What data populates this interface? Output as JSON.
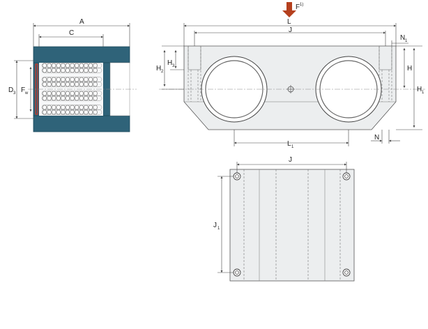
{
  "colors": {
    "housing": "#2f6379",
    "housing_edge": "#1f4a5c",
    "seal": "#c0392b",
    "arrow": "#b5401e",
    "body_fill": "#eceeef",
    "line": "#555555"
  },
  "labels": {
    "A": "A",
    "C": "C",
    "D3": "D",
    "D3_sub": "3",
    "Fw": "F",
    "Fw_sub": "w",
    "L": "L",
    "J_top": "J",
    "N1": "N",
    "N1_sub": "1",
    "H2": "H",
    "H2_sub": "2",
    "H3": "H",
    "H3_sub": "3",
    "H": "H",
    "H1": "H",
    "H1_sub": "1",
    "L1": "L",
    "L1_sub": "1",
    "N": "N",
    "F": "F",
    "F_sup": "1)",
    "J_plan": "J",
    "J1": "J",
    "J1_sub": "1"
  }
}
